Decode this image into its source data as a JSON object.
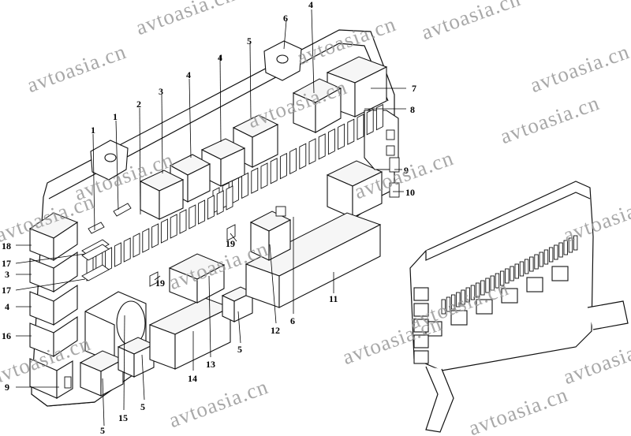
{
  "watermark": {
    "text": "avtoasia.cn"
  },
  "callouts": {
    "c_4_top": "4",
    "c_6_top": "6",
    "c_5_top": "5",
    "c_4_a": "4",
    "c_4_b": "4",
    "c_3_top": "3",
    "c_2": "2",
    "c_1_a": "1",
    "c_1_b": "1",
    "c_7": "7",
    "c_8": "8",
    "c_9_right": "9",
    "c_10": "10",
    "c_18": "18",
    "c_17_a": "17",
    "c_3_left": "3",
    "c_17_b": "17",
    "c_4_left": "4",
    "c_16": "16",
    "c_9_left": "9",
    "c_19_a": "19",
    "c_19_b": "19",
    "c_11": "11",
    "c_6_bottom": "6",
    "c_12": "12",
    "c_5_mid": "5",
    "c_13": "13",
    "c_14": "14",
    "c_5_low": "5",
    "c_15": "15",
    "c_5_bottom": "5"
  }
}
